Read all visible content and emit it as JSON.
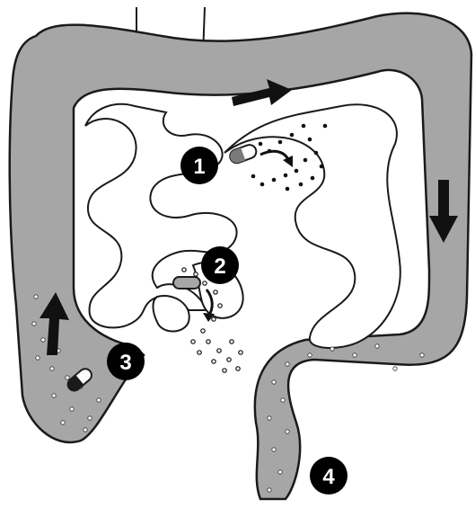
{
  "diagram": {
    "subject": "digestive-tract-capsule-transit",
    "colors": {
      "colon_fill": "#a6a6a6",
      "outline": "#1a1a1a",
      "small_intestine_fill": "#ffffff",
      "marker_fill": "#000000",
      "marker_text": "#ffffff",
      "arrow": "#111111",
      "dots": "#111111"
    },
    "markers": [
      {
        "id": "1",
        "label": "1"
      },
      {
        "id": "2",
        "label": "2"
      },
      {
        "id": "3",
        "label": "3"
      },
      {
        "id": "4",
        "label": "4"
      }
    ],
    "arrows": [
      "transverse-colon-arrow",
      "descending-colon-arrow",
      "ascending-colon-arrow",
      "small-intestine-curved-arrow-1",
      "small-intestine-curved-arrow-2"
    ],
    "capsules": [
      "capsule-small-intestine-1",
      "capsule-small-intestine-2",
      "capsule-colon"
    ]
  }
}
